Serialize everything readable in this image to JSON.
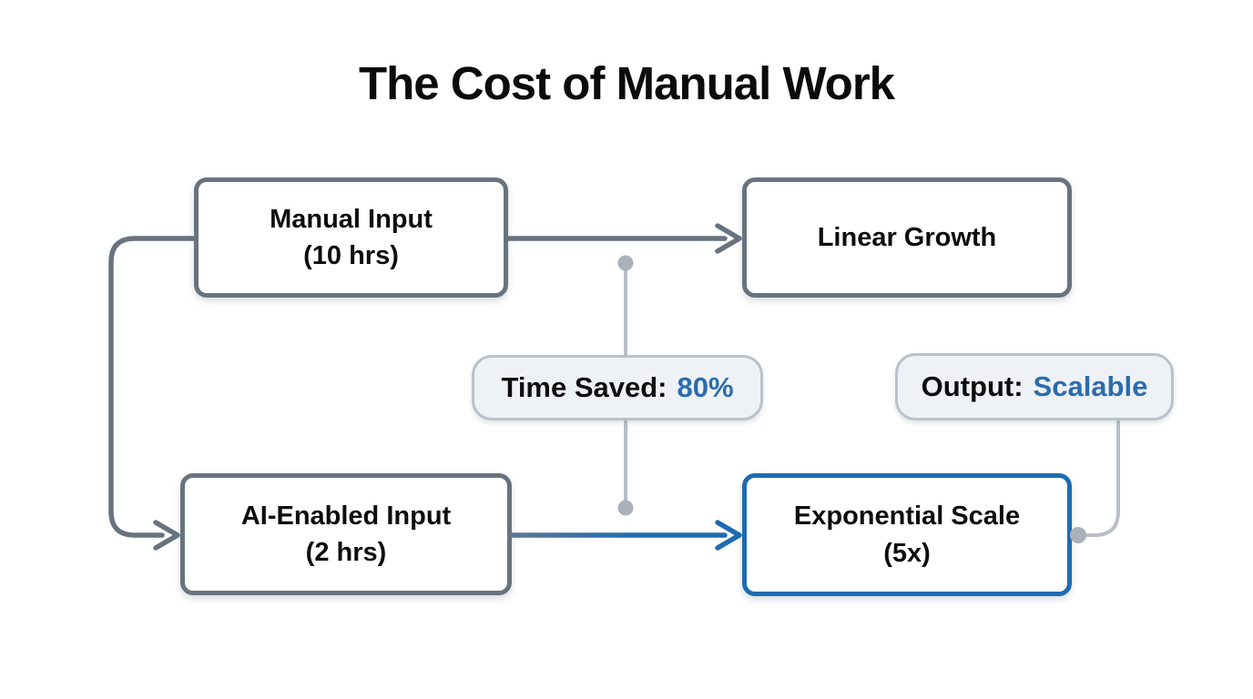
{
  "title": "The Cost of Manual Work",
  "nodes": {
    "manual_input": {
      "line1": "Manual Input",
      "line2": "(10 hrs)"
    },
    "linear_growth": {
      "line1": "Linear Growth",
      "line2": ""
    },
    "ai_enabled_input": {
      "line1": "AI-Enabled Input",
      "line2": "(2 hrs)"
    },
    "exponential_scale": {
      "line1": "Exponential Scale",
      "line2": "(5x)"
    }
  },
  "badges": {
    "time_saved": {
      "label": "Time Saved:",
      "value": "80%"
    },
    "output": {
      "label": "Output:",
      "value": "Scalable"
    }
  },
  "connections": {
    "manual_to_linear": "arrow, slate gray",
    "manual_to_ai": "arrow, slate gray, routed left and down",
    "ai_to_exponential": "arrow, gray-to-blue gradient",
    "time_saved_link": "light gray line with end dots between top and bottom rows",
    "output_link": "light gray line with dot into right edge of exponential node"
  },
  "colors": {
    "slate": "#68737f",
    "blue": "#1e6cb2",
    "accent_text": "#2b6cac",
    "light_line": "#b9bfc7",
    "dot": "#aab1ba",
    "badge_bg": "#eef2f6",
    "badge_border": "#b9c2cb",
    "text": "#0d0d0d",
    "background": "#ffffff"
  }
}
